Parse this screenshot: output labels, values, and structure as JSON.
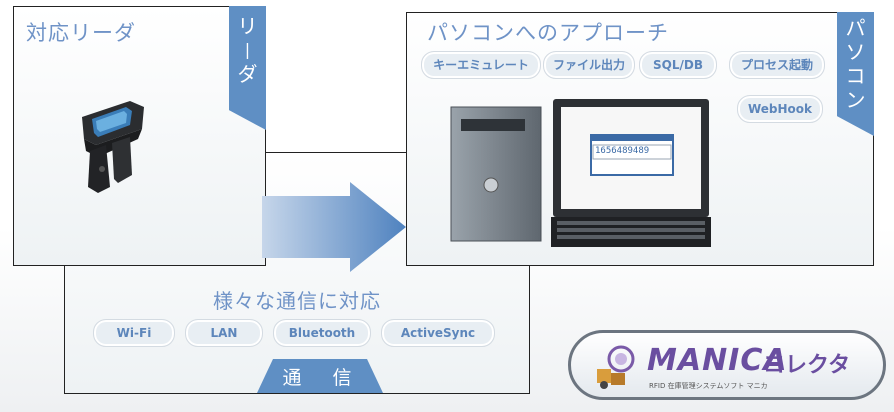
{
  "reader": {
    "title": "対応リーダ",
    "tab_chars": [
      "リ",
      "|",
      "ダ"
    ]
  },
  "pc": {
    "title": "パソコンへのアプローチ",
    "tab_chars": [
      "パ",
      "ソ",
      "コ",
      "ン"
    ],
    "buttons": [
      "キーエミュレート",
      "ファイル出力",
      "SQL/DB",
      "プロセス起動",
      "WebHook"
    ],
    "screen_value": "1656489489"
  },
  "comm": {
    "title": "様々な通信に対応",
    "buttons": [
      "Wi-Fi",
      "LAN",
      "Bluetooth",
      "ActiveSync"
    ],
    "tab_label": "通　信"
  },
  "logo": {
    "text": "MANICA",
    "suffix": "コレクタ",
    "tagline": "RFID 在庫管理システムソフト マニカ"
  },
  "colors": {
    "accent": "#5f8fc4",
    "text_blue": "#6f93c7",
    "pill_bg": "#e8eef3"
  }
}
